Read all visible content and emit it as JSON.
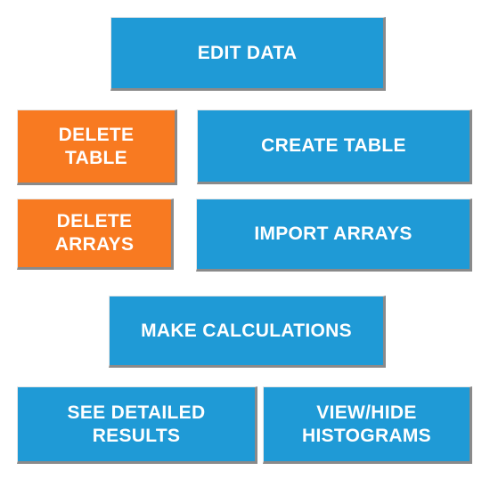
{
  "buttons": {
    "edit_data": "EDIT DATA",
    "delete_table": "DELETE\nTABLE",
    "create_table": "CREATE TABLE",
    "delete_arrays": "DELETE\nARRAYS",
    "import_arrays": "IMPORT ARRAYS",
    "make_calculations": "MAKE CALCULATIONS",
    "see_detailed_results": "SEE DETAILED\nRESULTS",
    "view_hide_histograms": "VIEW/HIDE\nHISTOGRAMS"
  },
  "colors": {
    "primary_button": "#1f9ad6",
    "danger_button": "#f87a21",
    "button_text": "#ffffff",
    "background": "#ffffff"
  }
}
